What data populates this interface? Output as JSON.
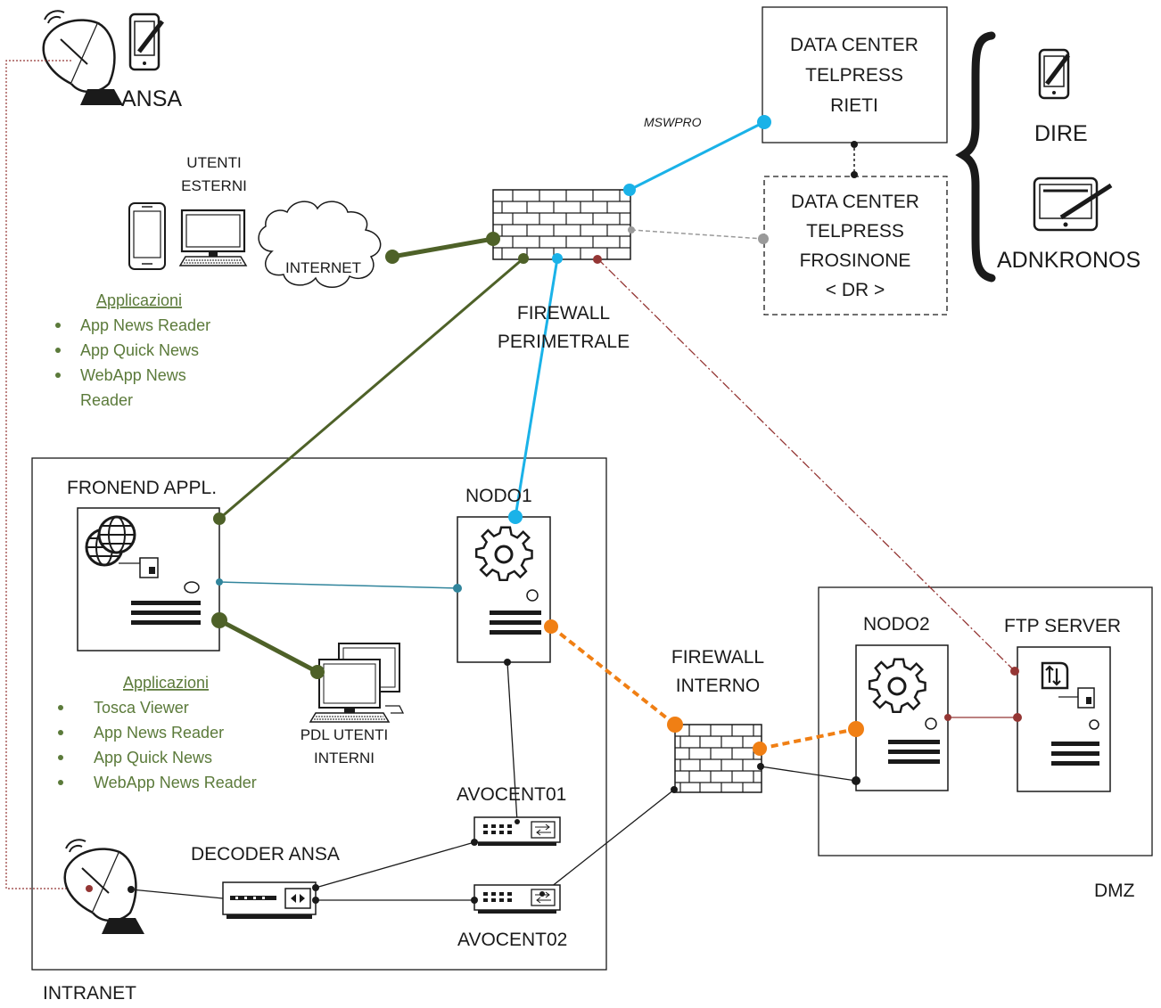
{
  "zones": {
    "intranet": "INTRANET",
    "dmz": "DMZ"
  },
  "nodes": {
    "ansa": "ANSA",
    "utenti_esterni": [
      "UTENTI",
      "ESTERNI"
    ],
    "internet": "INTERNET",
    "firewall_perimetrale": [
      "FIREWALL",
      "PERIMETRALE"
    ],
    "dc_rieti": [
      "DATA CENTER",
      "TELPRESS",
      "RIETI"
    ],
    "dc_frosinone": [
      "DATA CENTER",
      "TELPRESS",
      "FROSINONE",
      "< DR >"
    ],
    "dire": "DIRE",
    "adnkronos": "ADNKRONOS",
    "frontend": "FRONEND APPL.",
    "nodo1": "NODO1",
    "pdl": [
      "PDL UTENTI",
      "INTERNI"
    ],
    "avocent01": "AVOCENT01",
    "avocent02": "AVOCENT02",
    "decoder": "DECODER ANSA",
    "firewall_interno": [
      "FIREWALL",
      "INTERNO"
    ],
    "nodo2": "NODO2",
    "ftp": "FTP SERVER"
  },
  "links": {
    "mswpro": "MSWPRO"
  },
  "apps_external": {
    "title": "Applicazioni",
    "items": [
      "App News Reader",
      "App Quick News",
      "WebApp News",
      "Reader"
    ]
  },
  "apps_internal": {
    "title": "Applicazioni",
    "items": [
      "Tosca Viewer",
      "App News Reader",
      "App Quick News",
      "WebApp News Reader"
    ]
  },
  "colors": {
    "green": "#4e6128",
    "blue": "#1ab2e8",
    "orange": "#f07f14",
    "darkred": "#943634",
    "teal": "#31859c",
    "gray": "#9a9a9a"
  },
  "icons": [
    "satellite-dish-icon",
    "tablet-pen-icon",
    "smartphone-icon",
    "desktop-computer-icon",
    "cloud-icon",
    "firewall-brick-icon",
    "server-tower-icon",
    "globe-icon",
    "gear-icon",
    "kvm-switch-icon",
    "decoder-icon",
    "ftp-transfer-icon",
    "curly-brace-icon"
  ]
}
